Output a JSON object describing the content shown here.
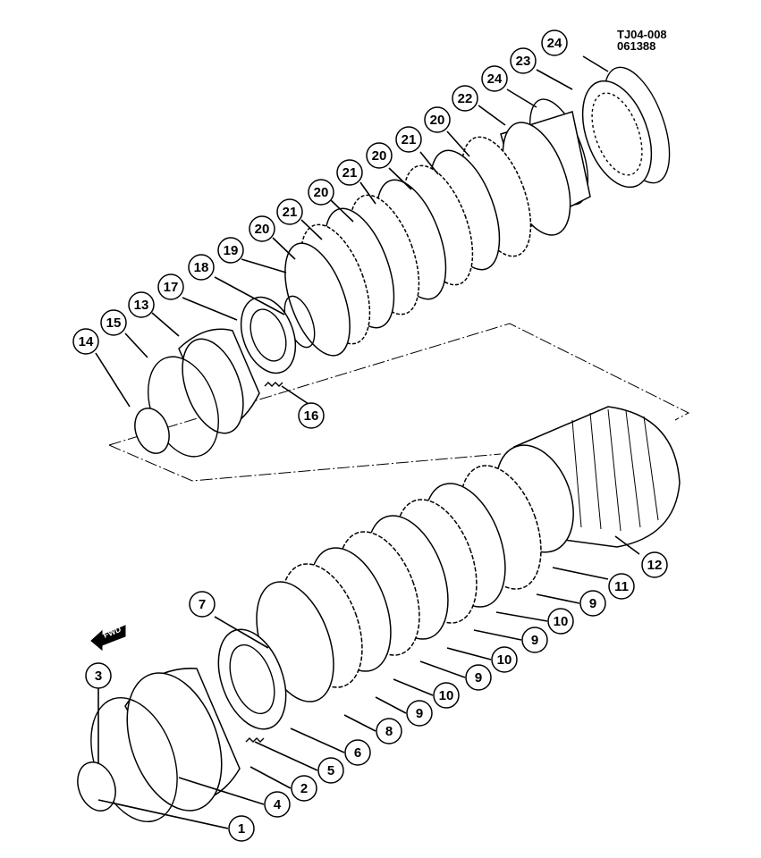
{
  "figure": {
    "reference_code": "TJ04-008",
    "reference_date": "061388",
    "direction_label": "FWD"
  },
  "callouts": [
    {
      "id": "c1",
      "label": "1"
    },
    {
      "id": "c2",
      "label": "2"
    },
    {
      "id": "c3",
      "label": "3"
    },
    {
      "id": "c4",
      "label": "4"
    },
    {
      "id": "c5",
      "label": "5"
    },
    {
      "id": "c6",
      "label": "6"
    },
    {
      "id": "c7",
      "label": "7"
    },
    {
      "id": "c8",
      "label": "8"
    },
    {
      "id": "c9a",
      "label": "9"
    },
    {
      "id": "c9b",
      "label": "9"
    },
    {
      "id": "c9c",
      "label": "9"
    },
    {
      "id": "c9d",
      "label": "9"
    },
    {
      "id": "c10a",
      "label": "10"
    },
    {
      "id": "c10b",
      "label": "10"
    },
    {
      "id": "c10c",
      "label": "10"
    },
    {
      "id": "c11",
      "label": "11"
    },
    {
      "id": "c12",
      "label": "12"
    },
    {
      "id": "c13",
      "label": "13"
    },
    {
      "id": "c14",
      "label": "14"
    },
    {
      "id": "c15",
      "label": "15"
    },
    {
      "id": "c16",
      "label": "16"
    },
    {
      "id": "c17",
      "label": "17"
    },
    {
      "id": "c18",
      "label": "18"
    },
    {
      "id": "c19",
      "label": "19"
    },
    {
      "id": "c20a",
      "label": "20"
    },
    {
      "id": "c20b",
      "label": "20"
    },
    {
      "id": "c20c",
      "label": "20"
    },
    {
      "id": "c20d",
      "label": "20"
    },
    {
      "id": "c21a",
      "label": "21"
    },
    {
      "id": "c21b",
      "label": "21"
    },
    {
      "id": "c21c",
      "label": "21"
    },
    {
      "id": "c22",
      "label": "22"
    },
    {
      "id": "c23",
      "label": "23"
    },
    {
      "id": "c24a",
      "label": "24"
    },
    {
      "id": "c24b",
      "label": "24"
    }
  ]
}
